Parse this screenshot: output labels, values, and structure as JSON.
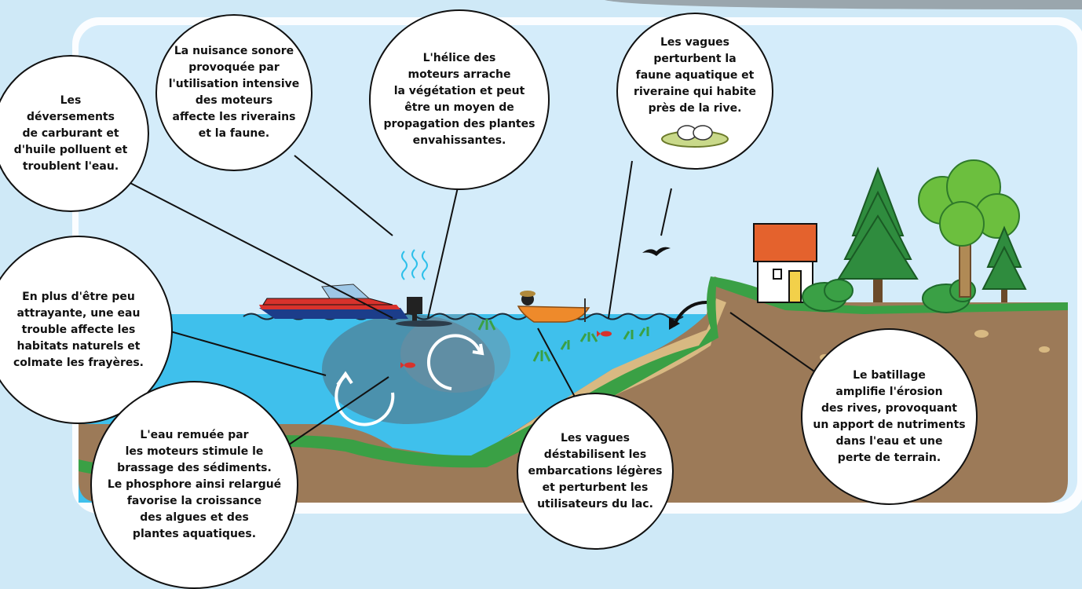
{
  "colors": {
    "background": "#cfe9f7",
    "panel": "#d4ecfa",
    "water": "#3fc0ec",
    "earth": "#9c7a58",
    "grass": "#3aa045",
    "sand": "#d8b982",
    "boat_red": "#d8322c",
    "canoe": "#ee8a2b",
    "roof": "#e4622d",
    "tree_dark": "#2f8c3e"
  },
  "icons": [
    "sound-waves-icon",
    "nest-icon",
    "bird-icon",
    "circular-arrow-icon",
    "fish-icon",
    "motorboat-icon",
    "canoe-icon",
    "house-icon",
    "tree-icon"
  ],
  "bubbles": {
    "fuel": "Les\ndéversements\nde carburant et\nd'huile polluent et\ntroublent l'eau.",
    "noise": "La nuisance sonore\nprovoquée par\nl'utilisation intensive\ndes moteurs\naffecte les riverains\net la faune.",
    "propeller": "L'hélice des\nmoteurs arrache\nla végétation et peut\nêtre un moyen de\npropagation des plantes\nenvahissantes.",
    "waves_fauna": "Les vagues\nperturbent la\nfaune aquatique et\nriveraine qui habite\nprès de la rive.",
    "turbid": "En plus d'être peu\nattrayante, une eau\ntrouble affecte les\nhabitats naturels et\ncolmate les frayères.",
    "sediments": "L'eau remuée par\nles moteurs stimule le\nbrassage des sédiments.\nLe phosphore ainsi relargué\nfavorise la croissance\ndes algues et des\nplantes aquatiques.",
    "waves_boats": "Les vagues\ndéstabilisent les\nembarcations légères\net perturbent les\nutilisateurs du lac.",
    "erosion": "Le batillage\namplifie l'érosion\ndes rives, provoquant\nun apport de nutriments\ndans l'eau et une\nperte de terrain."
  }
}
